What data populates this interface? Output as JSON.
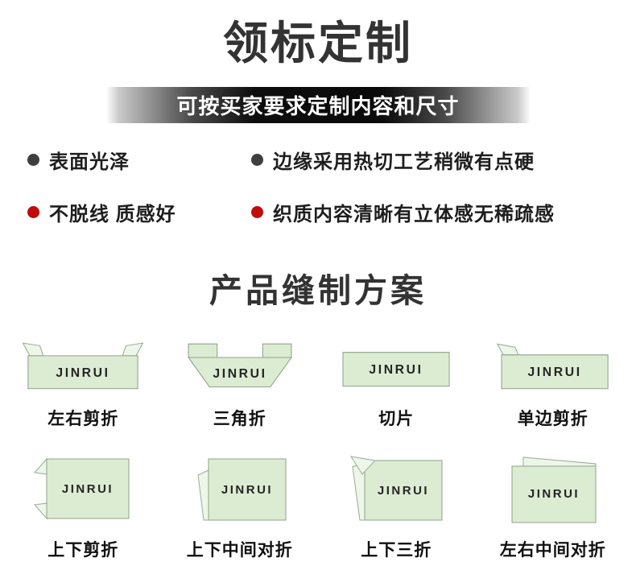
{
  "header": {
    "title": "领标定制",
    "banner": "可按买家要求定制内容和尺寸"
  },
  "features": {
    "items": [
      {
        "label": "表面光泽",
        "bullet_color": "#3f3f3f"
      },
      {
        "label": "边缘采用热切工艺稍微有点硬",
        "bullet_color": "#3f3f3f"
      },
      {
        "label": "不脱线 质感好",
        "bullet_color": "#c00c0c"
      },
      {
        "label": "织质内容清晰有立体感无稀疏感",
        "bullet_color": "#c00c0c"
      }
    ]
  },
  "sewing": {
    "title": "产品缝制方案",
    "items": [
      {
        "label": "左右剪折",
        "brand": "JINRUI"
      },
      {
        "label": "三角折",
        "brand": "JINRUI"
      },
      {
        "label": "切片",
        "brand": "JINRUI"
      },
      {
        "label": "单边剪折",
        "brand": "JINRUI"
      },
      {
        "label": "上下剪折",
        "brand": "JINRUI"
      },
      {
        "label": "上下中间对折",
        "brand": "JINRUI"
      },
      {
        "label": "上下三折",
        "brand": "JINRUI"
      },
      {
        "label": "左右中间对折",
        "brand": "JINRUI"
      }
    ]
  },
  "colors": {
    "accent_red": "#c00c0c",
    "bullet_dark": "#3f3f3f",
    "label_green": "#dcecd3",
    "label_flap": "#eef5e9",
    "banner_black": "#0a0a0a"
  }
}
